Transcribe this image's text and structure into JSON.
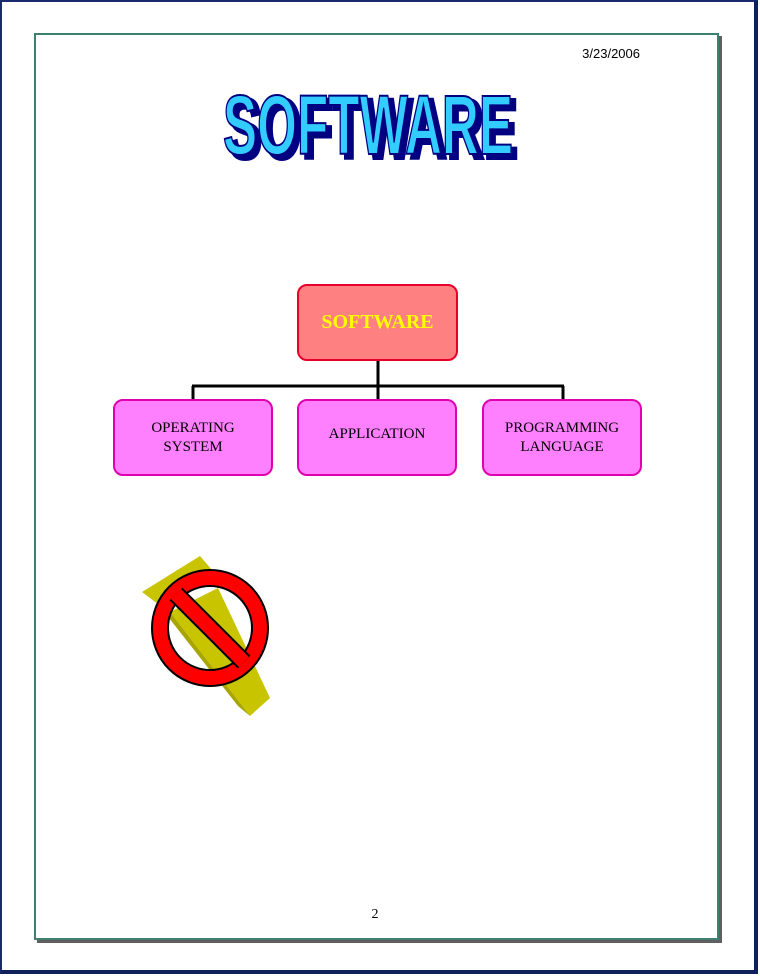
{
  "header": {
    "date": "3/23/2006"
  },
  "title_art": {
    "text": "SOFTWARE",
    "fill_color": "#33ccff",
    "shadow_color": "#000080"
  },
  "org_chart": {
    "root": {
      "label": "SOFTWARE",
      "fill": "#ff8080",
      "border": "#e8002a",
      "text_color": "#ffff00"
    },
    "children": [
      {
        "label": "OPERATING\nSYSTEM"
      },
      {
        "label": "APPLICATION"
      },
      {
        "label": "PROGRAMMING\nLANGUAGE"
      }
    ],
    "child_fill": "#ff80ff",
    "child_border": "#e000b0"
  },
  "graphic": {
    "icon": "no-symbol-icon",
    "ring_color": "#ff0000",
    "shape_color": "#c8c400"
  },
  "footer": {
    "page_number": "2"
  }
}
